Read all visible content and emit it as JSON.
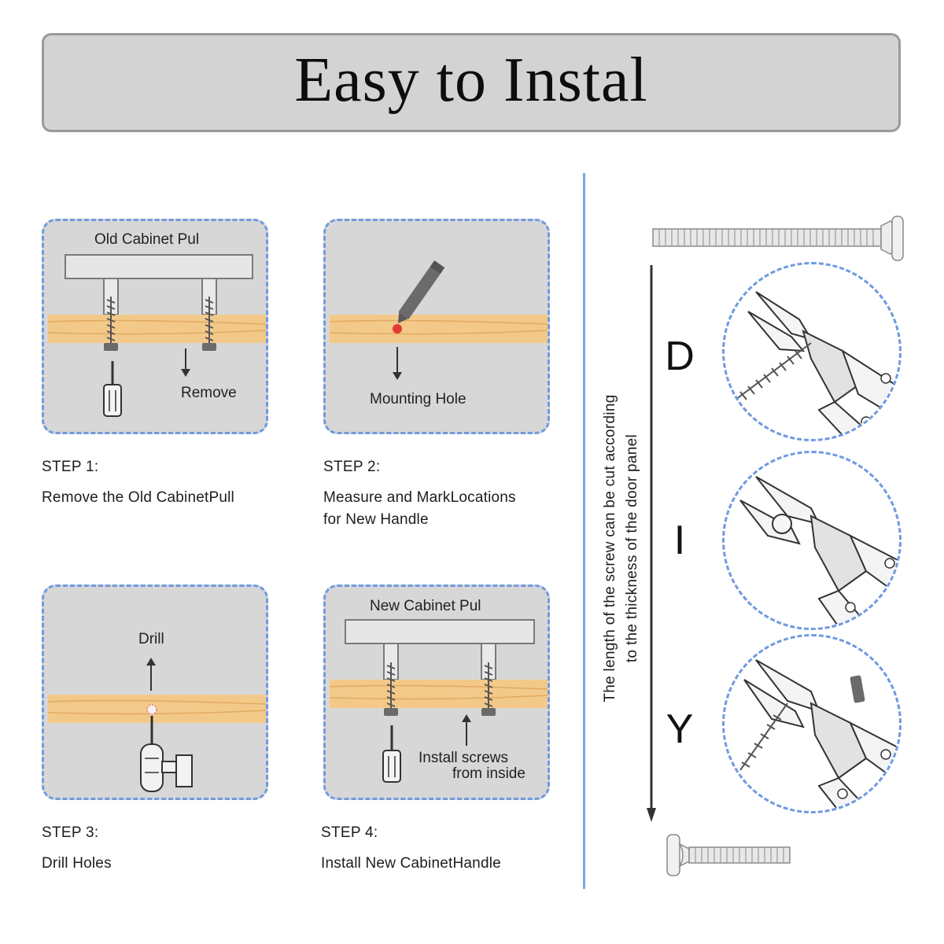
{
  "title": "Easy to Instal",
  "steps": [
    {
      "panel_labels": [
        "Old Cabinet Pul",
        "Remove"
      ],
      "label": "STEP 1:",
      "description": "Remove the Old CabinetPull"
    },
    {
      "panel_labels": [
        "Mounting Hole"
      ],
      "label": "STEP 2:",
      "description_lines": [
        "Measure and MarkLocations",
        "for New Handle"
      ]
    },
    {
      "panel_labels": [
        "Drill"
      ],
      "label": "STEP 3:",
      "description": "Drill Holes"
    },
    {
      "panel_labels": [
        "New Cabinet Pul",
        "Install screws",
        "from inside"
      ],
      "label": "STEP 4:",
      "description": "Install New CabinetHandle"
    }
  ],
  "side_note_lines": [
    "The length of the screw can be cut according",
    "to the thickness of the door panel"
  ],
  "diy_letters": [
    "D",
    "I",
    "Y"
  ],
  "colors": {
    "banner_bg": "#d3d3d3",
    "panel_bg": "#d7d7d7",
    "dash_blue": "#6f9ae0",
    "wood": "#f3c98a",
    "mark_red": "#e53935"
  }
}
